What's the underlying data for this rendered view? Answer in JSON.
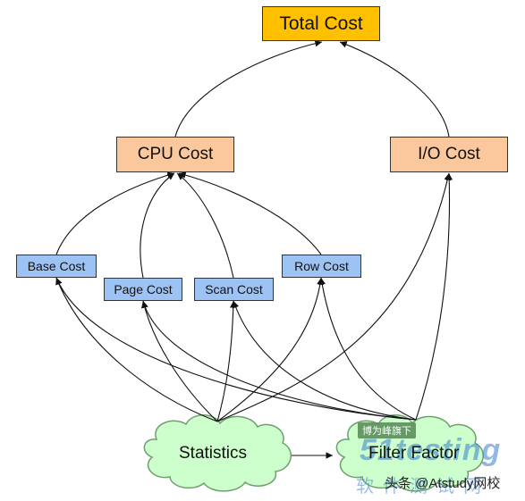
{
  "nodes": {
    "total_cost": "Total Cost",
    "cpu_cost": "CPU Cost",
    "io_cost": "I/O Cost",
    "base_cost": "Base Cost",
    "page_cost": "Page Cost",
    "scan_cost": "Scan Cost",
    "row_cost": "Row Cost",
    "statistics": "Statistics",
    "filter_factor": "Filter Factor"
  },
  "edges": [
    [
      "cpu_cost",
      "total_cost"
    ],
    [
      "io_cost",
      "total_cost"
    ],
    [
      "base_cost",
      "cpu_cost"
    ],
    [
      "page_cost",
      "cpu_cost"
    ],
    [
      "scan_cost",
      "cpu_cost"
    ],
    [
      "row_cost",
      "cpu_cost"
    ],
    [
      "statistics",
      "base_cost"
    ],
    [
      "statistics",
      "page_cost"
    ],
    [
      "statistics",
      "scan_cost"
    ],
    [
      "statistics",
      "row_cost"
    ],
    [
      "statistics",
      "io_cost"
    ],
    [
      "statistics",
      "filter_factor"
    ],
    [
      "filter_factor",
      "base_cost"
    ],
    [
      "filter_factor",
      "page_cost"
    ],
    [
      "filter_factor",
      "scan_cost"
    ],
    [
      "filter_factor",
      "row_cost"
    ],
    [
      "filter_factor",
      "io_cost"
    ]
  ],
  "colors": {
    "total_cost_fill": "#ffc000",
    "cost_fill": "#fbc89e",
    "component_fill": "#9dc3f5",
    "cloud_fill": "#ccffcc",
    "cloud_stroke": "#6f9f6f",
    "edge": "#111111"
  },
  "watermark": {
    "tag": "博为峰旗下",
    "logo": "51testing",
    "cn": "软件测试网",
    "credit": "头条 @Atstudy网校"
  }
}
